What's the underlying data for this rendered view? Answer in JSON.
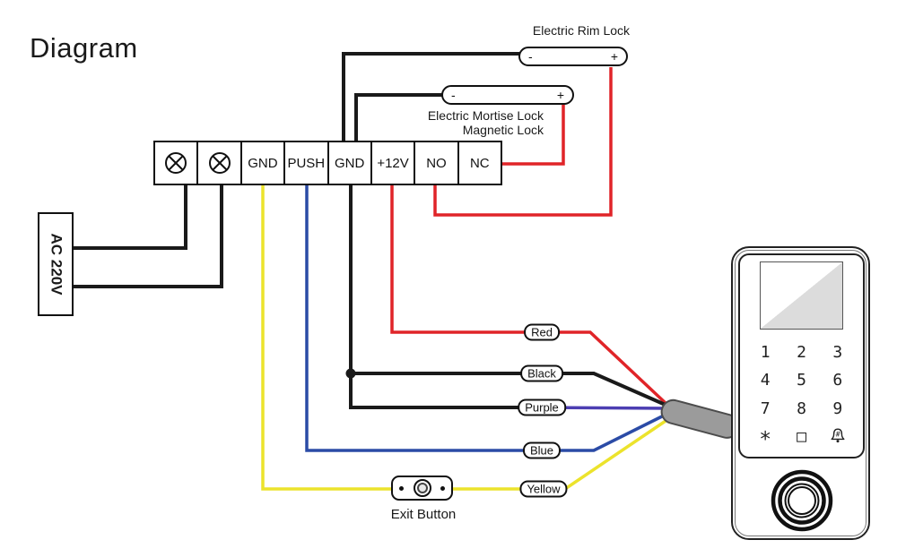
{
  "title": "Diagram",
  "power": {
    "label": "AC 220V"
  },
  "terminal_block": {
    "labels": [
      "",
      "",
      "GND",
      "PUSH",
      "GND",
      "+12V",
      "NO",
      "NC"
    ],
    "icon_cells": "ac-input-terminal-circled-x"
  },
  "locks": {
    "rim": {
      "name": "Electric Rim Lock",
      "minus": "-",
      "plus": "+"
    },
    "mortise": {
      "name_line1": "Electric Mortise Lock",
      "name_line2": "Magnetic Lock",
      "minus": "-",
      "plus": "+"
    }
  },
  "wire_labels": {
    "red": "Red",
    "black": "Black",
    "purple": "Purple",
    "blue": "Blue",
    "yellow": "Yellow"
  },
  "exit_button": {
    "label": "Exit Button"
  },
  "device": {
    "keys": [
      "1",
      "2",
      "3",
      "4",
      "5",
      "6",
      "7",
      "8",
      "9",
      "*",
      "□"
    ],
    "icons": {
      "doorbell": "bell-with-hash",
      "fingerprint": "fingerprint-reader-rings",
      "screen": "display-with-diagonal"
    }
  },
  "colors": {
    "wire_black": "#1a1a1a",
    "wire_red": "#e02428",
    "wire_yellow": "#ece32c",
    "wire_blue": "#2b4ba6",
    "wire_purple": "#4c3eb2",
    "cable_gray": "#9b9b9b",
    "screen_gray": "#dcdcdc"
  }
}
